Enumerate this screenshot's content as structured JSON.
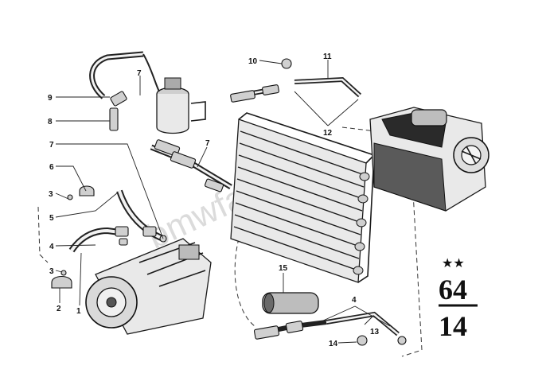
{
  "diagram": {
    "callouts": [
      "1",
      "2",
      "3",
      "3",
      "4",
      "4",
      "5",
      "6",
      "7",
      "7",
      "7",
      "8",
      "9",
      "10",
      "11",
      "12",
      "13",
      "14",
      "15"
    ],
    "group_badge": {
      "stars": "★★",
      "main_group": "64",
      "sub_group": "14"
    },
    "watermark": "bmwfans.pl"
  }
}
